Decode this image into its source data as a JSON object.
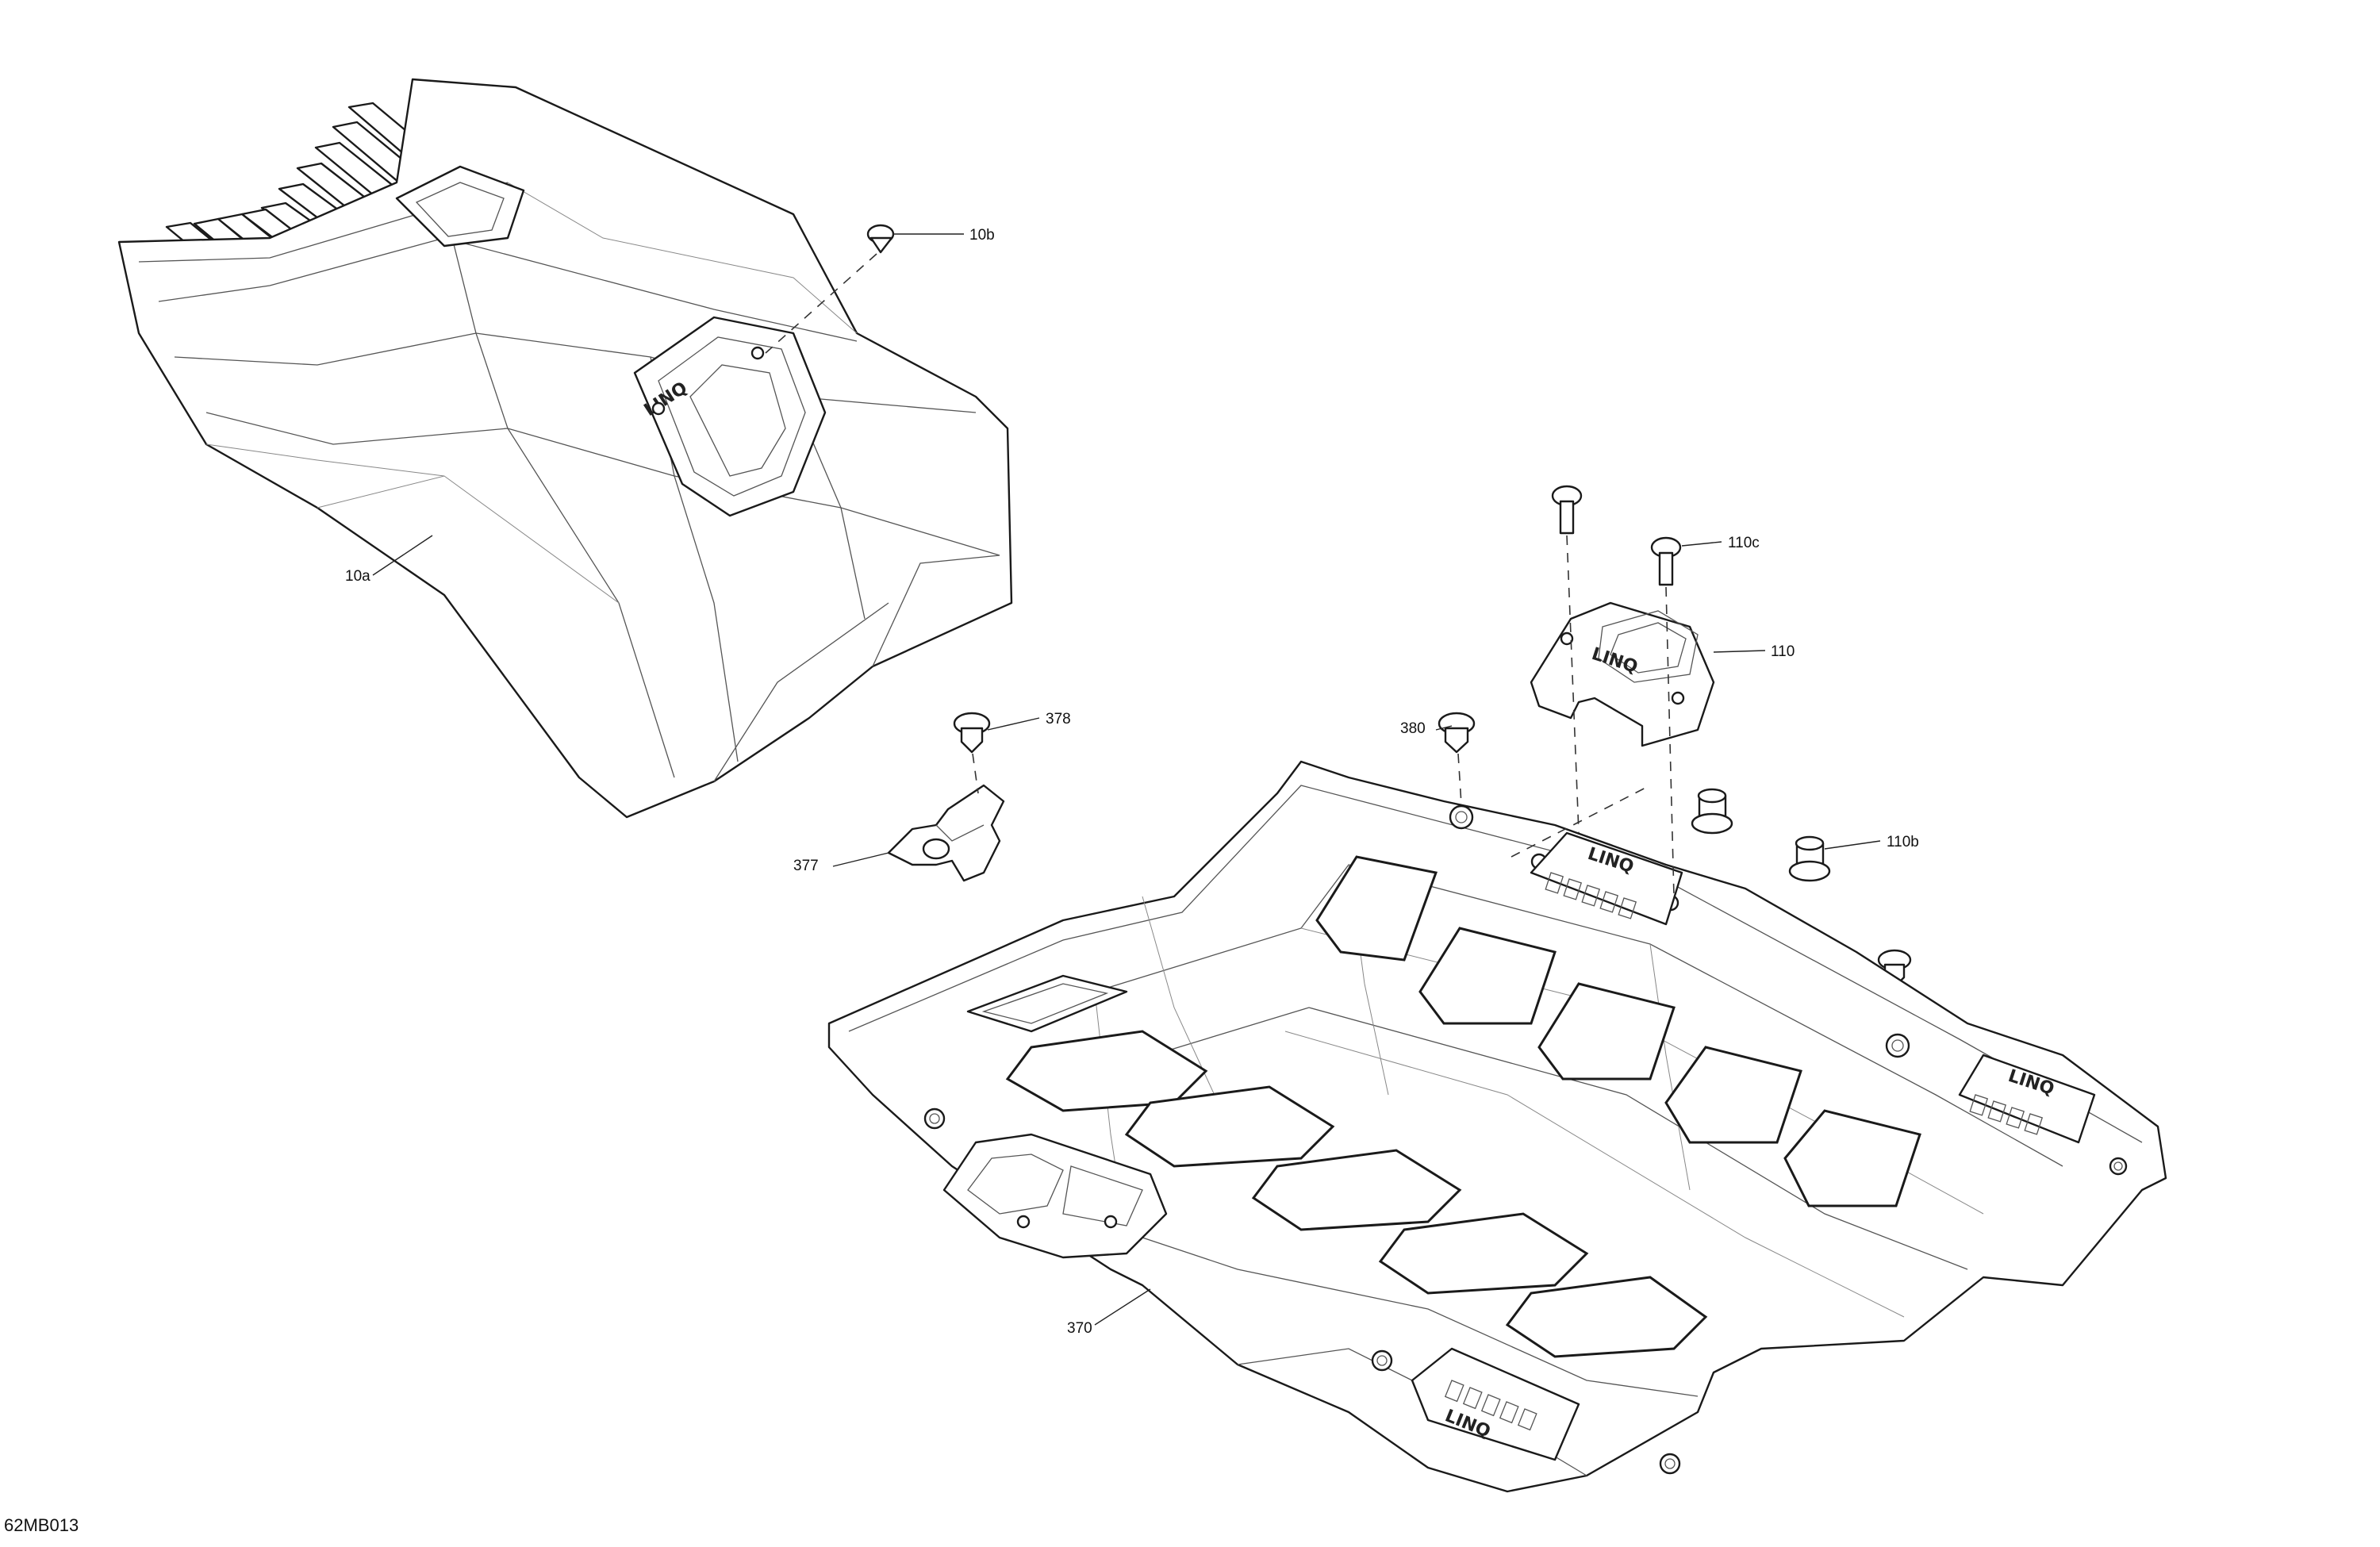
{
  "drawing_code": "62MB013",
  "callouts": {
    "c10a": "10a",
    "c10b": "10b",
    "c110": "110",
    "c110b": "110b",
    "c110c": "110c",
    "c370": "370",
    "c377": "377",
    "c378": "378",
    "c380": "380"
  },
  "logo_text": "LINQ"
}
